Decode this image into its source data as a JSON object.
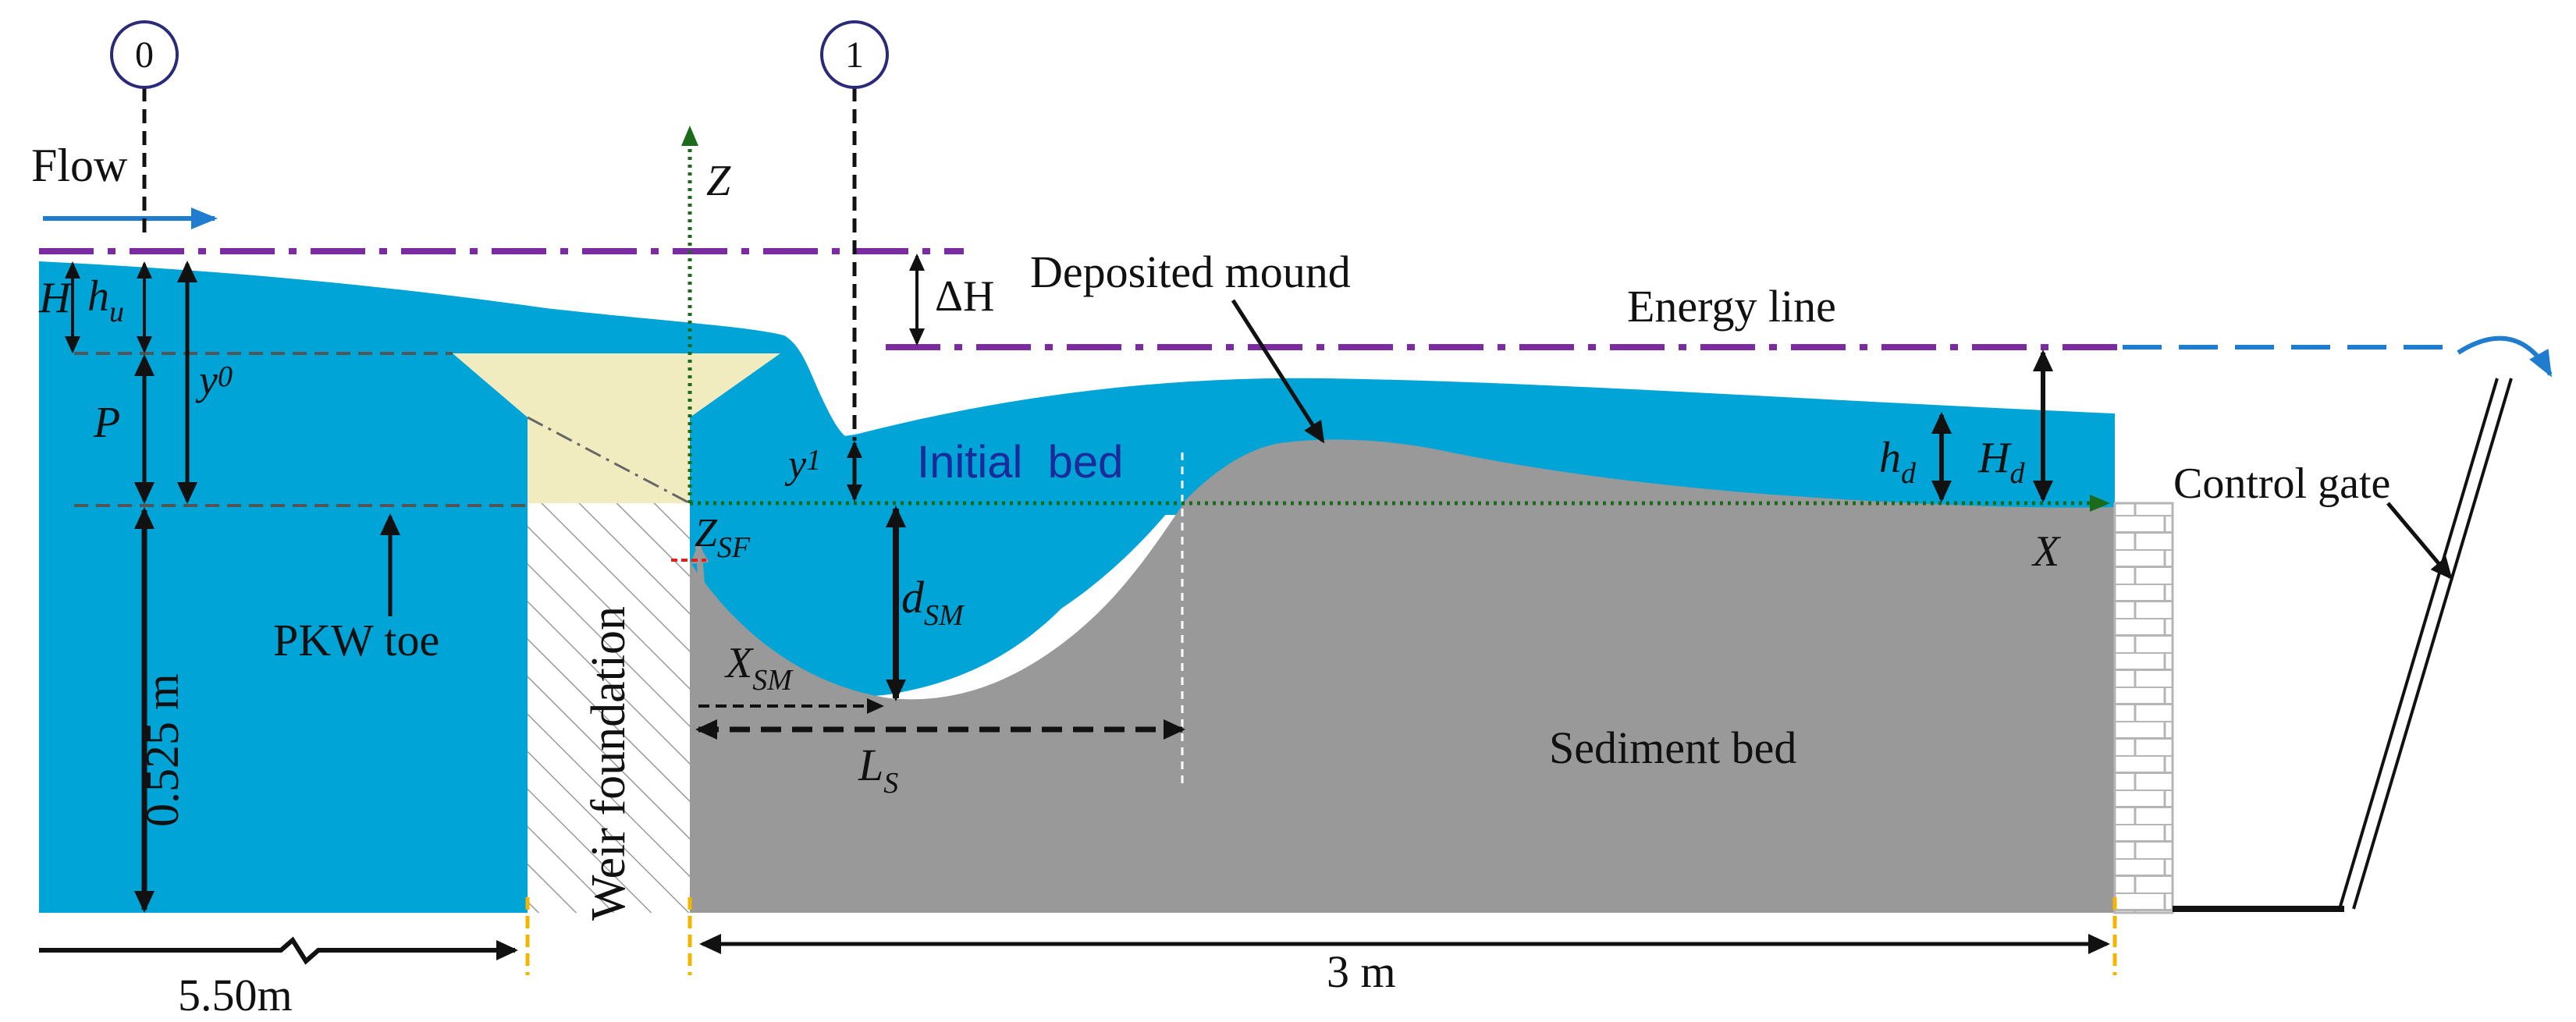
{
  "labels": {
    "section0": "0",
    "section1": "1",
    "flow": "Flow",
    "z_axis": "Z",
    "x_axis": "X",
    "H": "H",
    "hu_main": "h",
    "hu_sub": "u",
    "y0_main": "y",
    "y0_sub": "0",
    "P": "P",
    "delta_H": "ΔH",
    "deposited_mound": "Deposited mound",
    "energy_line": "Energy line",
    "y1_main": "y",
    "y1_sub": "1",
    "initial_bed": "Initial  bed",
    "hd_main": "h",
    "hd_sub": "d",
    "Hd_main": "H",
    "Hd_sub": "d",
    "control_gate": "Control gate",
    "zsf_main": "Z",
    "zsf_sub": "SF",
    "dsm_main": "d",
    "dsm_sub": "SM",
    "xsm_main": "X",
    "xsm_sub": "SM",
    "ls_main": "L",
    "ls_sub": "S",
    "pkw_toe": "PKW toe",
    "weir_foundation": "Weir foundation",
    "sediment_bed": "Sediment bed",
    "depth": "0.525 m",
    "upstream_length": "5.50m",
    "flume_length": "3 m"
  },
  "colors": {
    "water": "#00a4d6",
    "sediment": "#999999",
    "weir": "#f0ecbf",
    "energy_line": "#7b2aa0",
    "flow_arrow": "#1f7ccf",
    "axis": "#1c6b1c",
    "section_circle": "#2a2a7a",
    "initial_bed_text": "#1c2a9a",
    "tick": "#f5b400"
  }
}
